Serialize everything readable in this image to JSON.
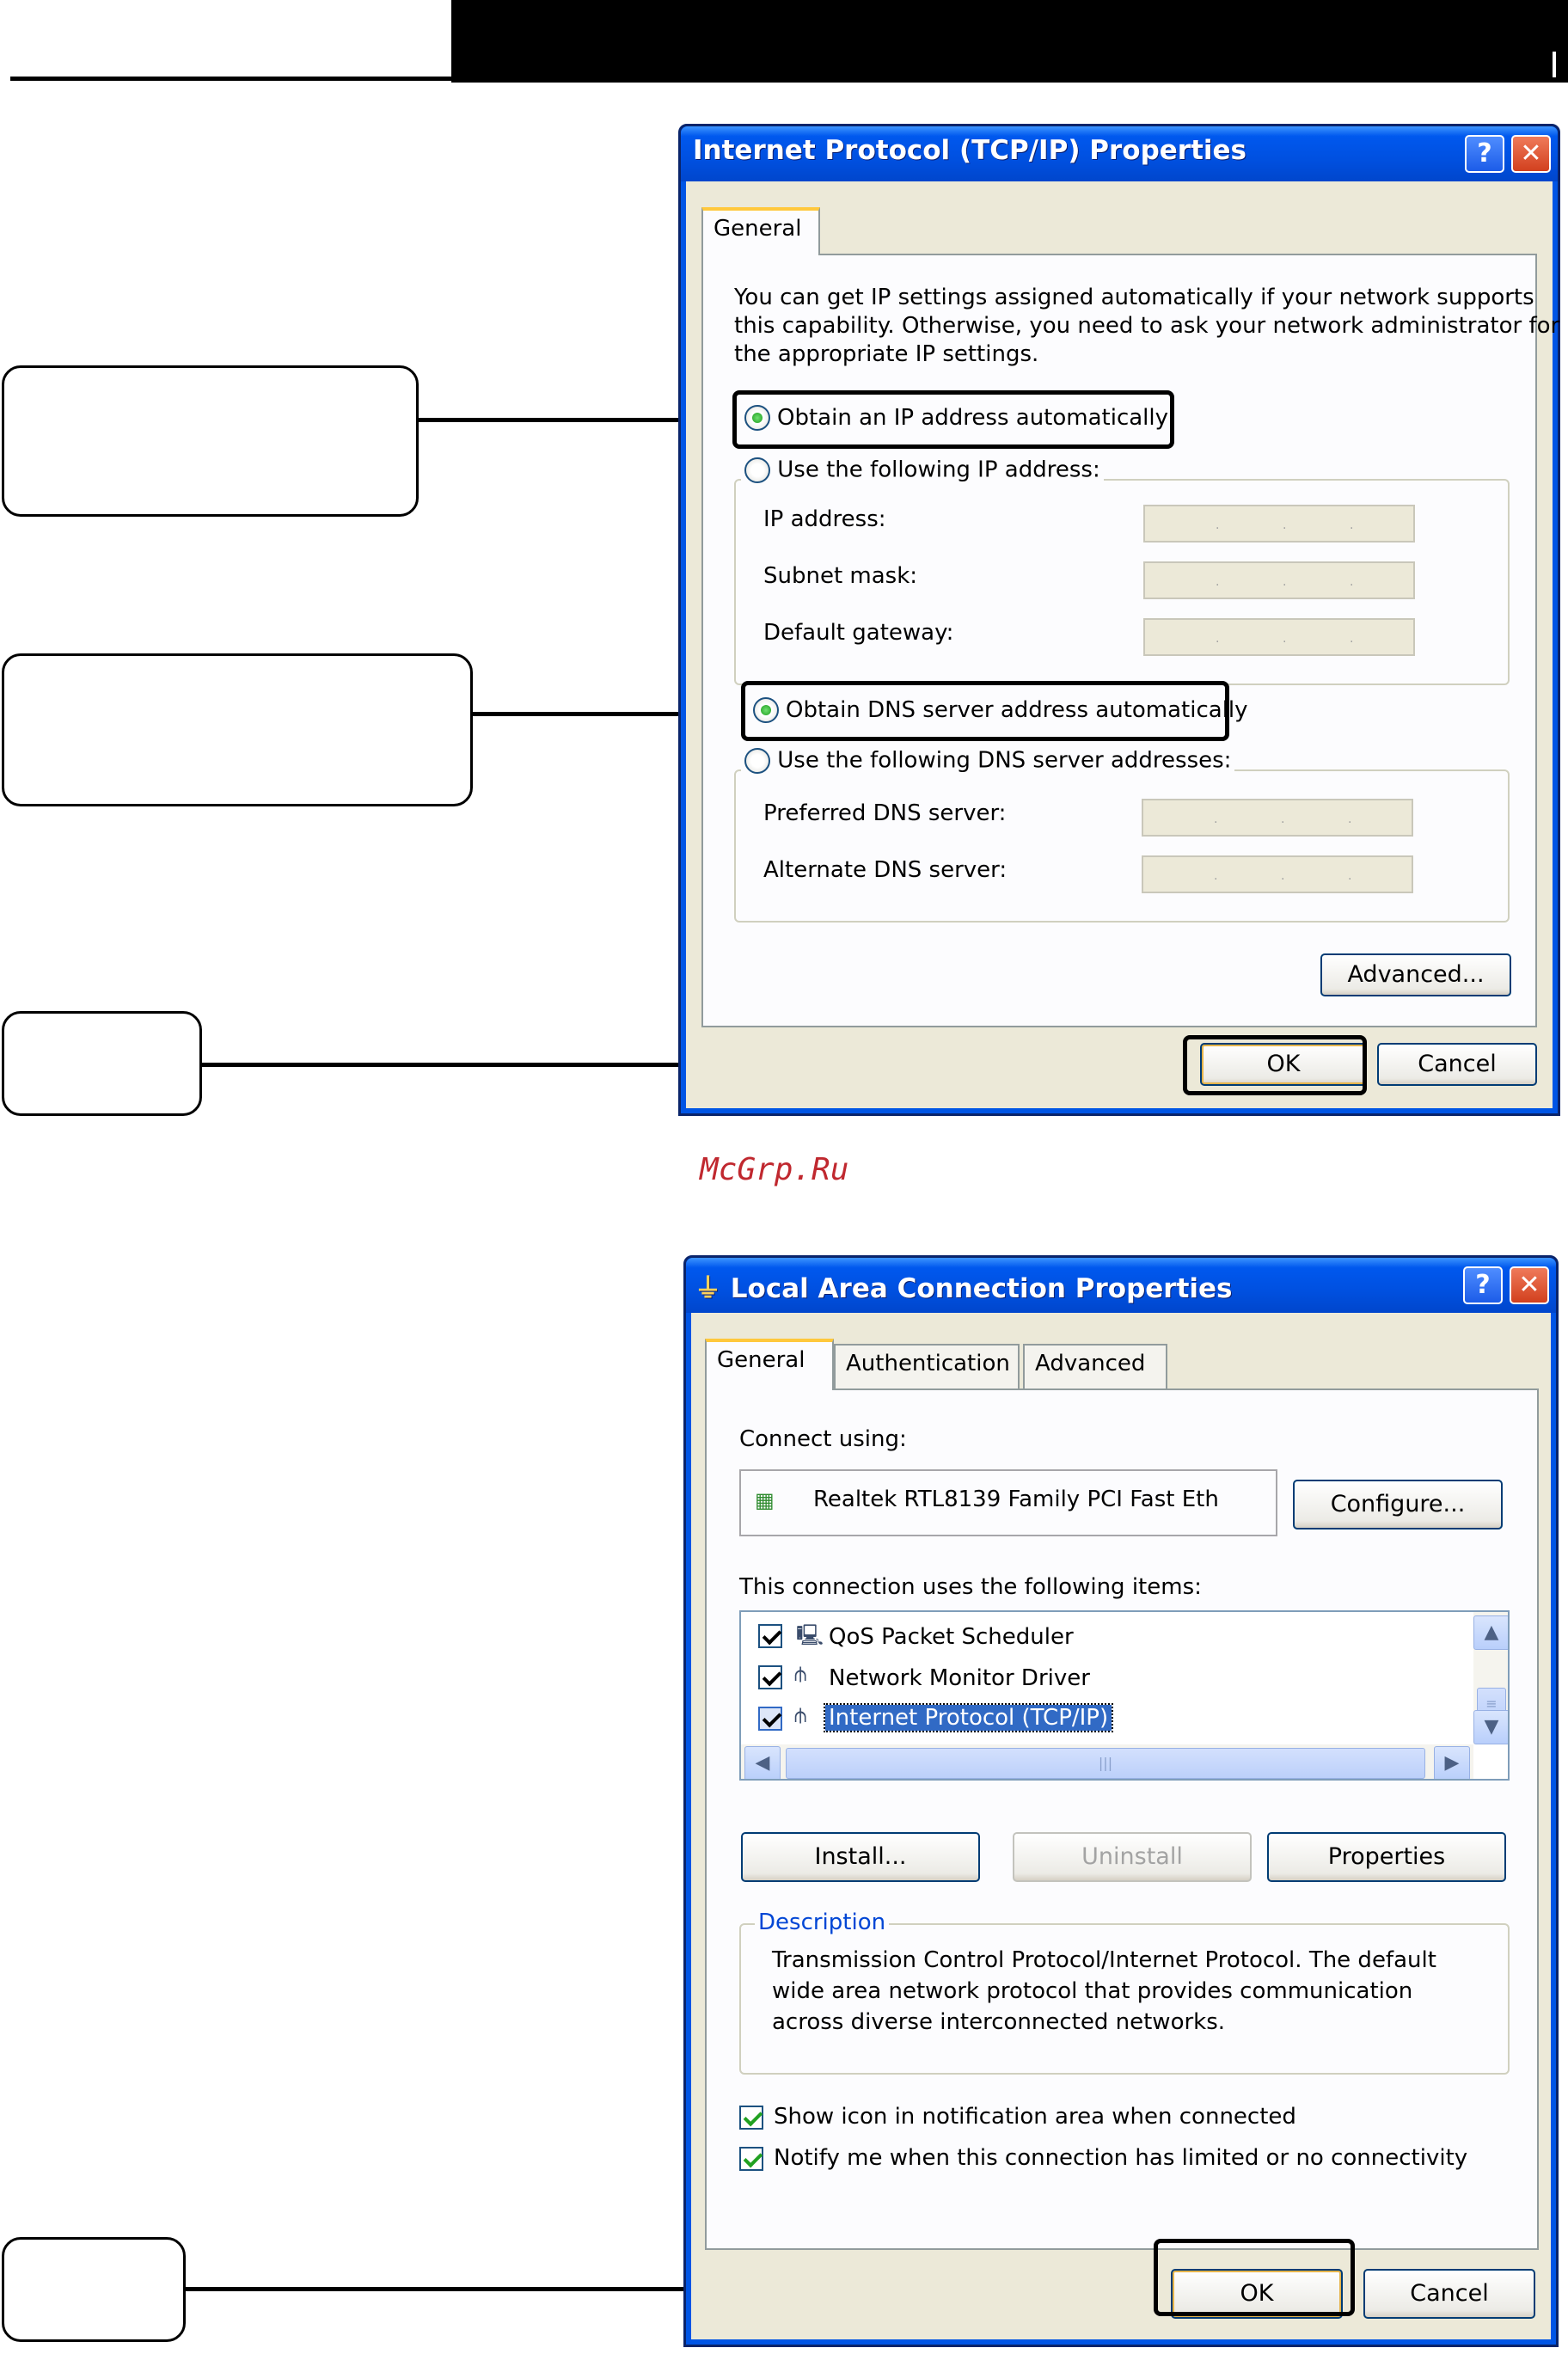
{
  "watermark": "McGrp.Ru",
  "tcpip_dialog": {
    "title": "Internet Protocol (TCP/IP) Properties",
    "help_btn": "?",
    "close_btn": "✕",
    "tab_general": "General",
    "intro_line1": "You can get IP settings assigned automatically if your network supports",
    "intro_line2": "this capability. Otherwise, you need to ask your network administrator for",
    "intro_line3": "the appropriate IP settings.",
    "radio_obtain_ip": "Obtain an IP address automatically",
    "radio_use_ip": "Use the following IP address:",
    "ip_address_label": "IP address:",
    "subnet_mask_label": "Subnet mask:",
    "default_gateway_label": "Default gateway:",
    "radio_obtain_dns": "Obtain DNS server address automatically",
    "radio_use_dns": "Use the following DNS server addresses:",
    "preferred_dns_label": "Preferred DNS server:",
    "alternate_dns_label": "Alternate DNS server:",
    "advanced_btn": "Advanced...",
    "ok_btn": "OK",
    "cancel_btn": "Cancel",
    "obtain_ip_selected": true,
    "obtain_dns_selected": true
  },
  "lan_dialog": {
    "title": "Local Area Connection Properties",
    "help_btn": "?",
    "close_btn": "✕",
    "tab_general": "General",
    "tab_authentication": "Authentication",
    "tab_advanced": "Advanced",
    "connect_using_label": "Connect using:",
    "adapter_name": "Realtek RTL8139 Family PCI Fast Eth",
    "configure_btn": "Configure...",
    "items_label": "This connection uses the following items:",
    "items": [
      {
        "label": "QoS Packet Scheduler",
        "checked": true,
        "selected": false
      },
      {
        "label": "Network Monitor Driver",
        "checked": true,
        "selected": false
      },
      {
        "label": "Internet Protocol (TCP/IP)",
        "checked": true,
        "selected": true
      }
    ],
    "install_btn": "Install...",
    "uninstall_btn": "Uninstall",
    "properties_btn": "Properties",
    "description_title": "Description",
    "description_line1": "Transmission Control Protocol/Internet Protocol. The default",
    "description_line2": "wide area network protocol that provides communication",
    "description_line3": "across diverse interconnected networks.",
    "show_icon_label": "Show icon in notification area when connected",
    "notify_label": "Notify me when this connection has limited or no connectivity",
    "show_icon_checked": true,
    "notify_checked": true,
    "ok_btn": "OK",
    "cancel_btn": "Cancel"
  }
}
